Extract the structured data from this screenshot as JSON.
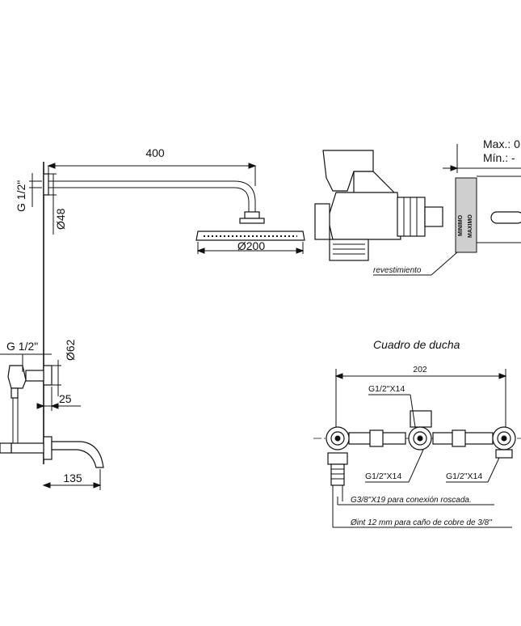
{
  "shower_arm": {
    "dim_length": "400",
    "dim_thread": "G 1/2\"",
    "dim_flange": "Ø48",
    "dim_head": "Ø200"
  },
  "spout": {
    "dim_thread": "G 1/2\"",
    "dim_flange": "Ø62",
    "dim_depth": "25",
    "dim_length": "135"
  },
  "valve_section": {
    "max_label": "Max.: 0",
    "min_label": "Mín.: -",
    "minimo_label": "MINIMO",
    "maximo_label": "MAXIMO",
    "revestimiento_label": "revestimiento"
  },
  "cuadro": {
    "title": "Cuadro de ducha",
    "dim_width": "202",
    "conn_top": "G1/2\"X14",
    "conn_bottom_left": "G1/2\"X14",
    "conn_bottom_right": "G1/2\"X14",
    "note_threaded": "G3/8\"X19 para conexión roscada.",
    "note_copper": "Øint 12 mm para caño de cobre de 3/8\""
  }
}
